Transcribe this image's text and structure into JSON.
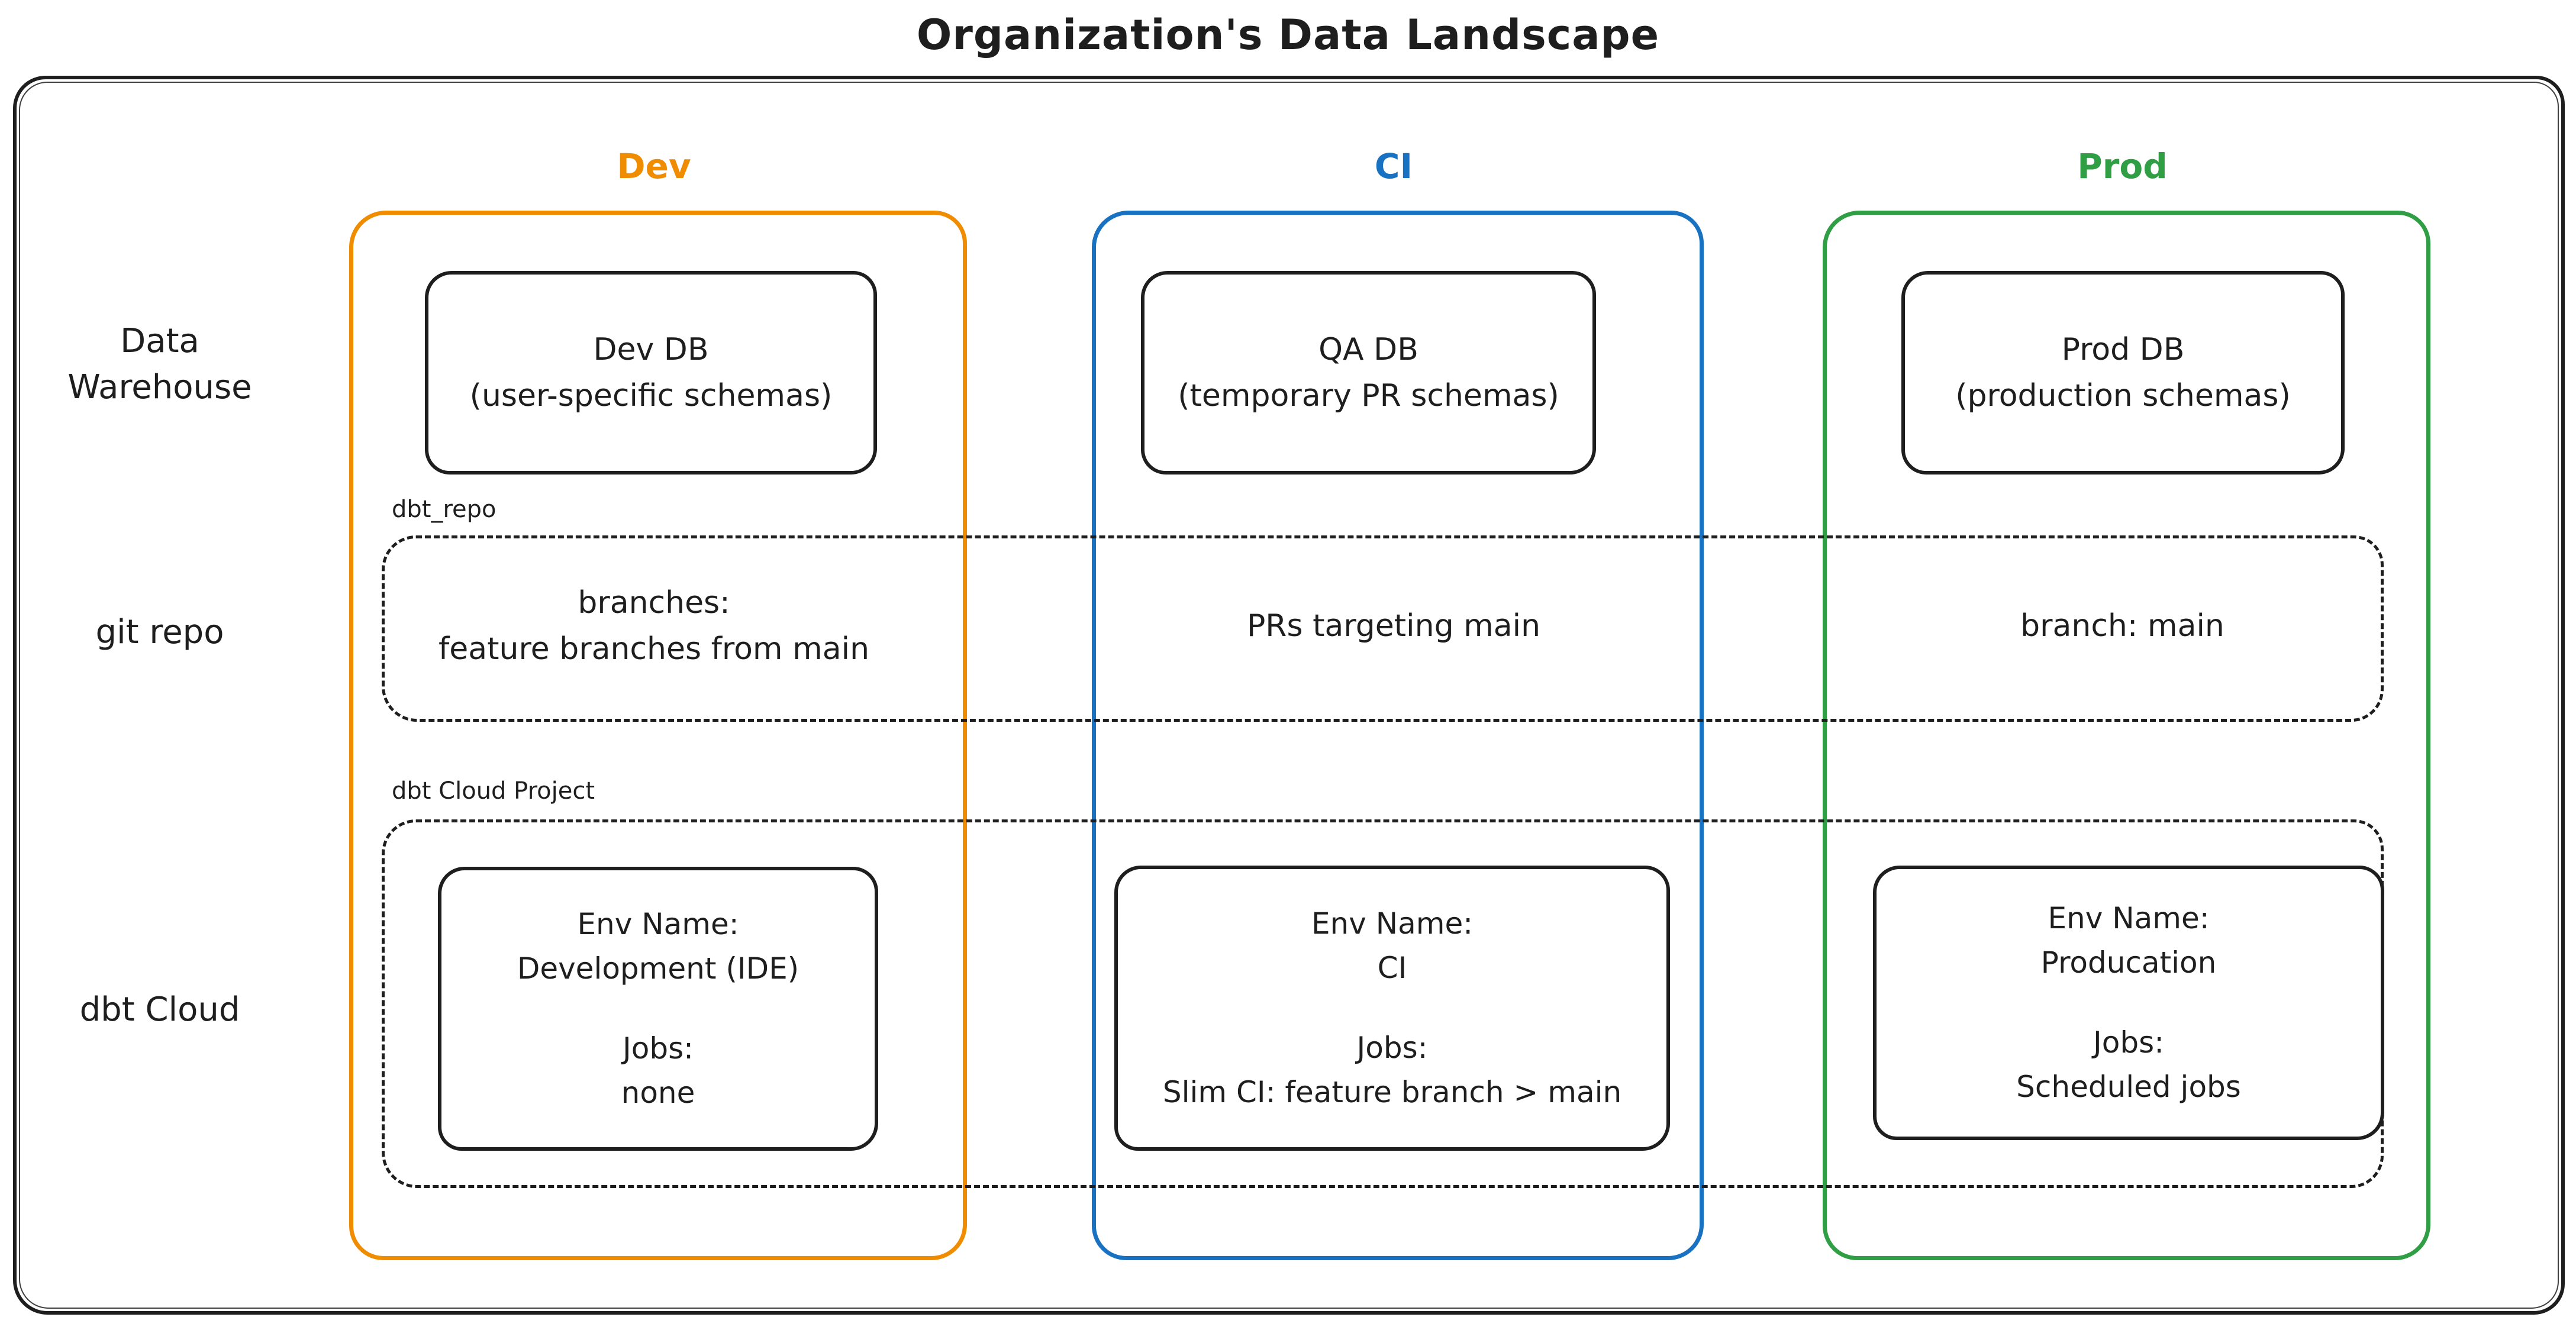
{
  "title": "Organization's Data Landscape",
  "colors": {
    "ink": "#1e1e1e",
    "dev_accent": "#f08c00",
    "ci_accent": "#1971c2",
    "prod_accent": "#2f9e44"
  },
  "row_labels": {
    "warehouse_line1": "Data",
    "warehouse_line2": "Warehouse",
    "git_repo": "git repo",
    "dbt_cloud": "dbt Cloud"
  },
  "group_labels": {
    "repo": "dbt_repo",
    "cloud": "dbt Cloud Project"
  },
  "columns": [
    {
      "label": "Dev",
      "db_title": "Dev DB",
      "db_sub": "(user-specific schemas)",
      "git_line1": "branches:",
      "git_line2": "feature branches from main",
      "env_label": "Env Name:",
      "env_value": "Development (IDE)",
      "jobs_label": "Jobs:",
      "jobs_value": "none"
    },
    {
      "label": "CI",
      "db_title": "QA DB",
      "db_sub": "(temporary PR schemas)",
      "git_line1": "PRs targeting main",
      "git_line2": "",
      "env_label": "Env Name:",
      "env_value": "CI",
      "jobs_label": "Jobs:",
      "jobs_value": "Slim CI: feature branch > main"
    },
    {
      "label": "Prod",
      "db_title": "Prod DB",
      "db_sub": "(production schemas)",
      "git_line1": "branch: main",
      "git_line2": "",
      "env_label": "Env Name:",
      "env_value": "Producation",
      "jobs_label": "Jobs:",
      "jobs_value": "Scheduled jobs"
    }
  ]
}
